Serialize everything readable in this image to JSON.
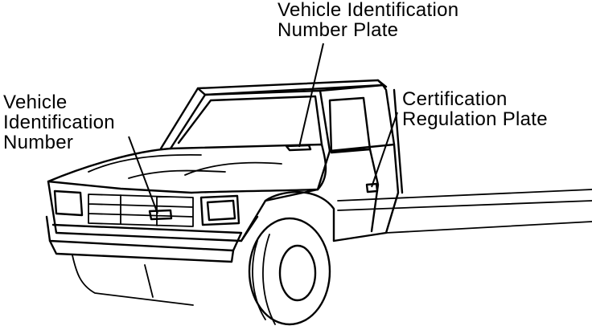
{
  "labels": {
    "vin_plate": {
      "line1": "Vehicle Identification",
      "line2": "Number Plate"
    },
    "vin": {
      "line1": "Vehicle",
      "line2": "Identification",
      "line3": "Number"
    },
    "certification": {
      "line1": "Certification",
      "line2": "Regulation Plate"
    }
  },
  "colors": {
    "ink": "#000000",
    "paper": "#ffffff"
  }
}
